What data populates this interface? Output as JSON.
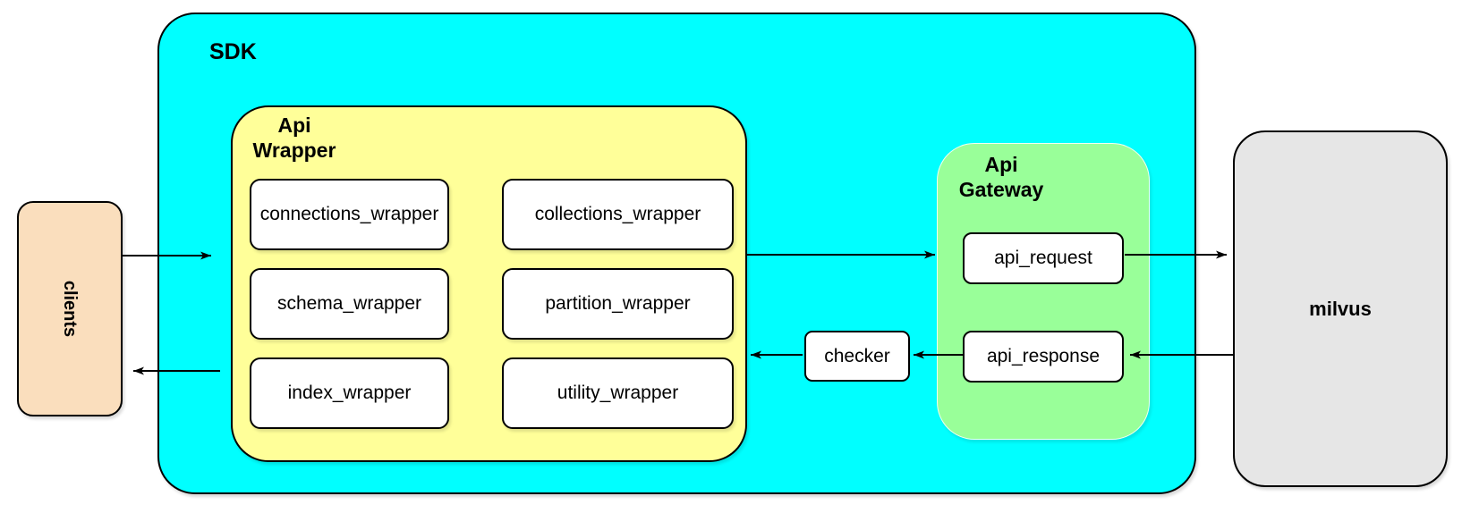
{
  "clients": {
    "label": "clients"
  },
  "sdk": {
    "label": "SDK",
    "api_wrapper": {
      "label": "Api\nWrapper",
      "items": [
        "connections_wrapper",
        "collections_wrapper",
        "schema_wrapper",
        "partition_wrapper",
        "index_wrapper",
        "utility_wrapper"
      ]
    },
    "api_gateway": {
      "label": "Api\nGateway",
      "request": "api_request",
      "response": "api_response"
    },
    "checker": "checker"
  },
  "milvus": {
    "label": "milvus"
  },
  "colors": {
    "sdk_fill": "#00FFFF",
    "api_wrapper_fill": "#FFFF99",
    "api_gateway_fill": "#99FF99",
    "clients_fill": "#FADEBD",
    "milvus_fill": "#E6E6E6",
    "node_fill": "#FFFFFF",
    "stroke": "#000000"
  },
  "edges": [
    {
      "from": "clients",
      "to": "sdk"
    },
    {
      "from": "api_wrapper",
      "to": "api_gateway"
    },
    {
      "from": "api_request",
      "to": "milvus"
    },
    {
      "from": "milvus",
      "to": "api_response"
    },
    {
      "from": "api_response",
      "to": "checker"
    },
    {
      "from": "checker",
      "to": "api_wrapper"
    },
    {
      "from": "api_wrapper",
      "to": "clients"
    }
  ]
}
